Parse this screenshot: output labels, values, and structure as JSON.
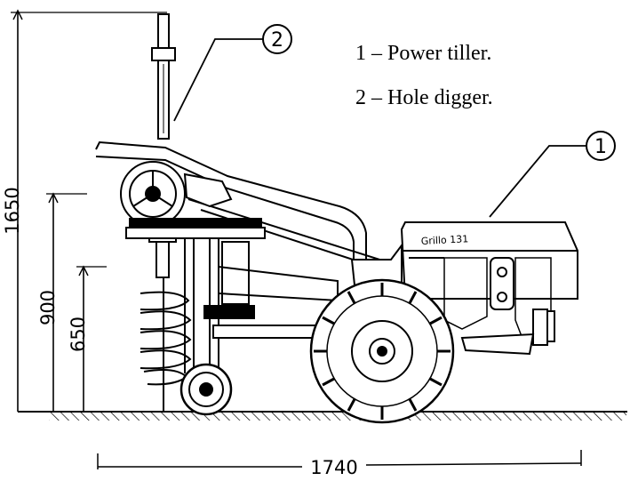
{
  "legend": {
    "items": [
      {
        "number": "1",
        "text": "1 – Power tiller."
      },
      {
        "number": "2",
        "text": "2 – Hole digger."
      }
    ]
  },
  "callouts": [
    {
      "number": "1"
    },
    {
      "number": "2"
    }
  ],
  "tiller_badge": "Grillo 131",
  "dimensions": {
    "total_height": "1650",
    "frame_height": "900",
    "wheel_height": "650",
    "length": "1740"
  }
}
